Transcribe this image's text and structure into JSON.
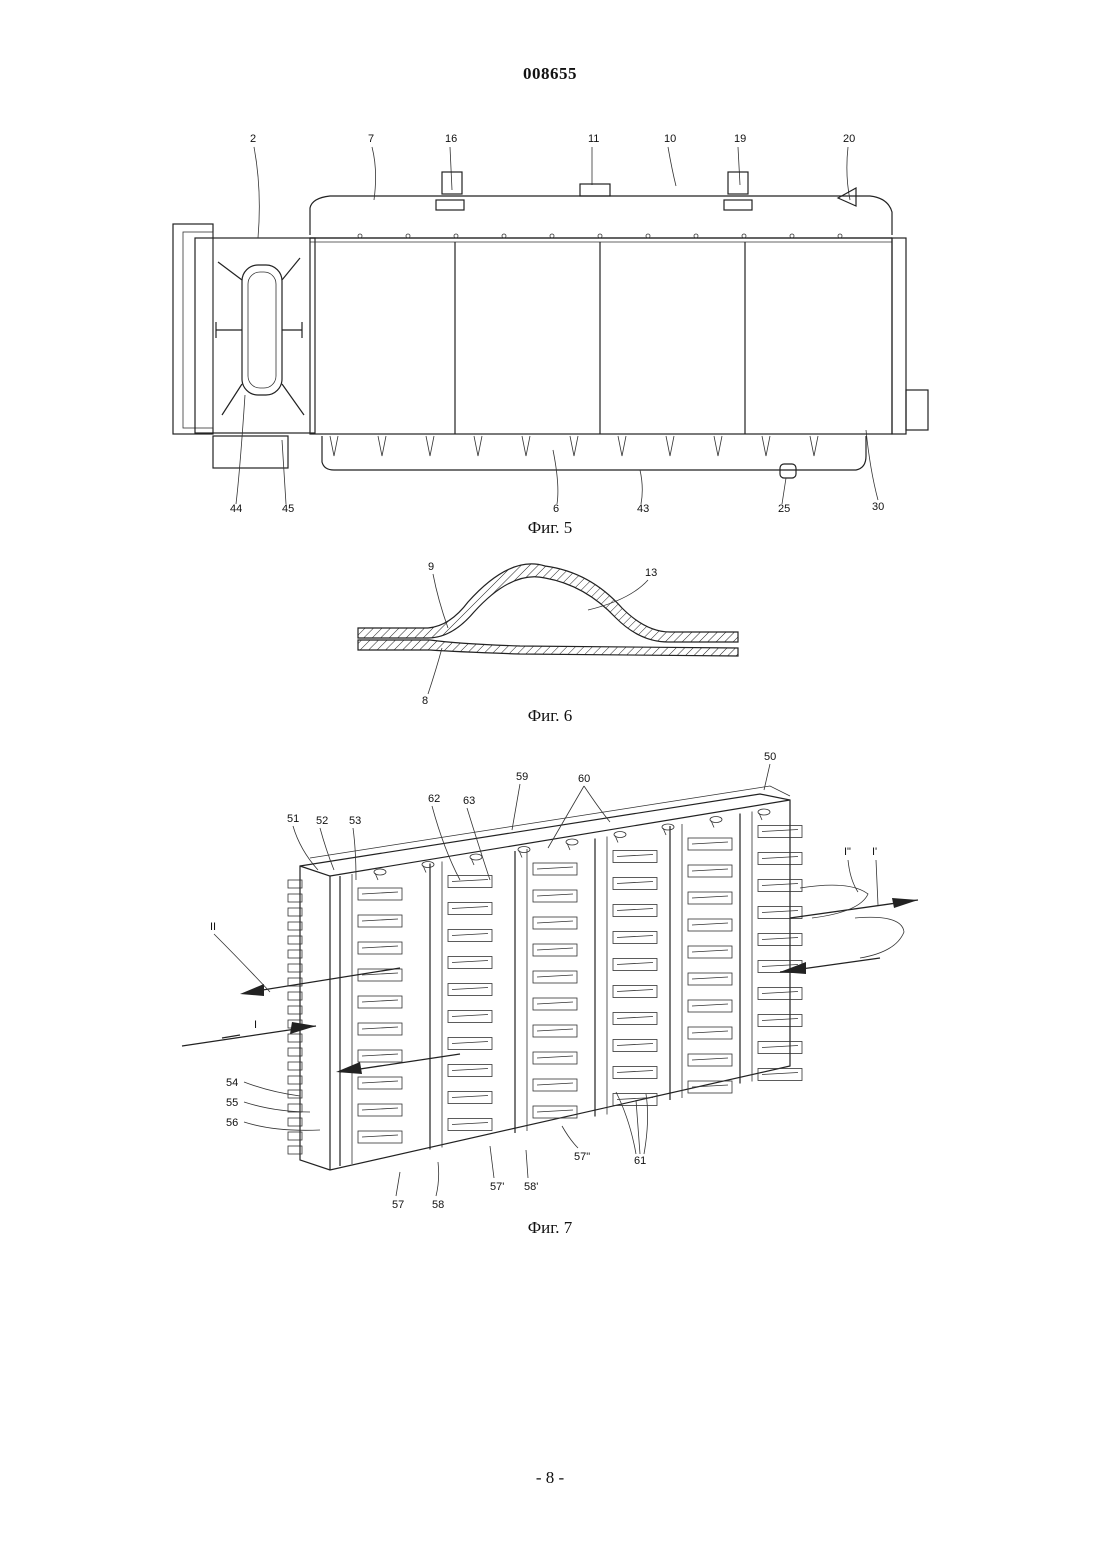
{
  "document": {
    "number": "008655",
    "page_number": "- 8 -"
  },
  "figures": [
    {
      "caption": "Фиг. 5",
      "labels": [
        "2",
        "7",
        "16",
        "11",
        "10",
        "19",
        "20",
        "44",
        "45",
        "6",
        "43",
        "25",
        "30"
      ]
    },
    {
      "caption": "Фиг. 6",
      "labels": [
        "9",
        "13",
        "8"
      ]
    },
    {
      "caption": "Фиг. 7",
      "labels": [
        "50",
        "59",
        "60",
        "62",
        "63",
        "51",
        "52",
        "53",
        "I\"",
        "I'",
        "II",
        "I",
        "54",
        "55",
        "56",
        "57",
        "58",
        "57'",
        "58'",
        "57\"",
        "61"
      ]
    }
  ]
}
